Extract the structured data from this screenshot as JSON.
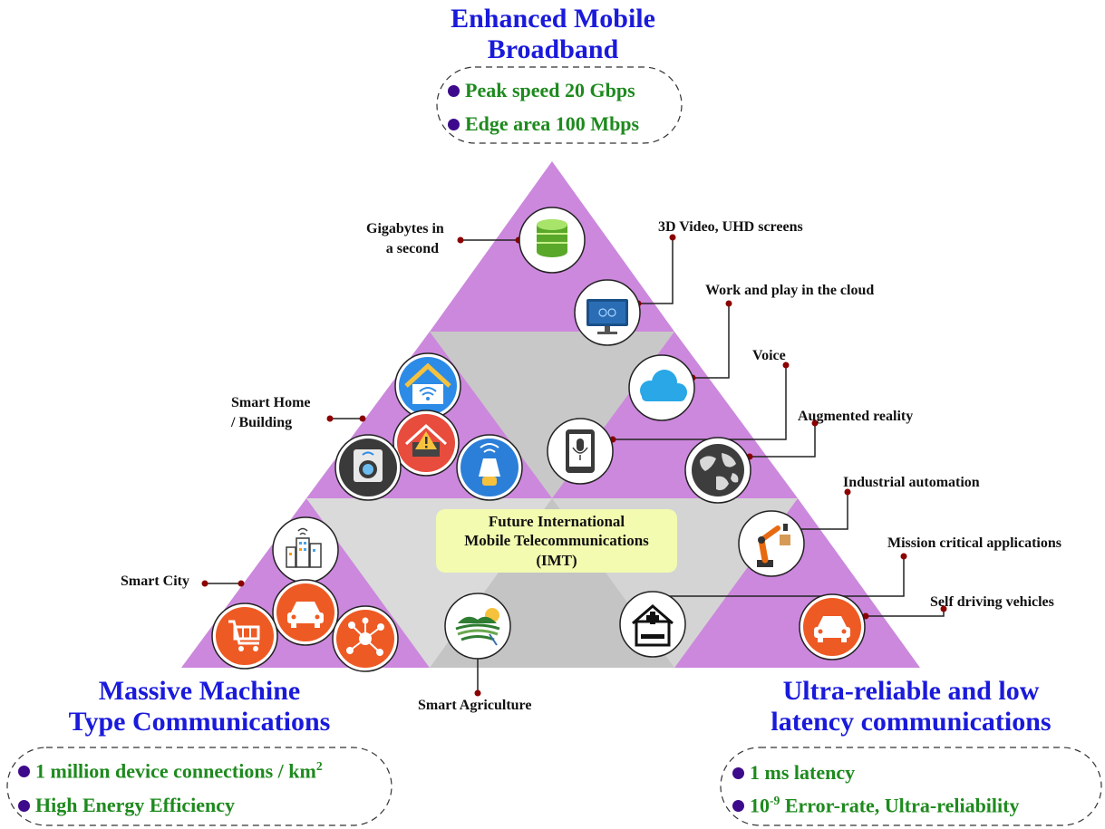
{
  "top": {
    "title_line1": "Enhanced Mobile",
    "title_line2": "Broadband",
    "bullets": [
      "Peak speed 20 Gbps",
      "Edge area 100 Mbps"
    ]
  },
  "bottom_left": {
    "title_line1": "Massive Machine",
    "title_line2": "Type Communications",
    "bullet1": "1 million device connections / km",
    "bullet1_sup": "2",
    "bullet2": "High Energy Efficiency"
  },
  "bottom_right": {
    "title_line1": "Ultra-reliable and low",
    "title_line2": "latency communications",
    "bullet1": "1 ms latency",
    "bullet2_base": "10",
    "bullet2_sup": "-9",
    "bullet2_rest": " Error-rate, Ultra-reliability"
  },
  "center": {
    "line1": "Future International",
    "line2": "Mobile Telecommunications",
    "line3": "(IMT)"
  },
  "labels": {
    "gigabytes_line1": "Gigabytes in",
    "gigabytes_line2": "a second",
    "video": "3D Video, UHD screens",
    "cloud": "Work and play in the cloud",
    "voice": "Voice",
    "ar": "Augmented reality",
    "industrial": "Industrial automation",
    "mission": "Mission critical applications",
    "self_driving": "Self driving vehicles",
    "smart_home_line1": "Smart Home",
    "smart_home_line2": "/ Building",
    "smart_city": "Smart City",
    "smart_agriculture": "Smart Agriculture"
  },
  "colors": {
    "triangle_purple": "#cc88dd",
    "center_gray": "#c8c8c8",
    "heading_blue": "#1a1adb",
    "bullet_green": "#1e8a1e",
    "bullet_dot": "#3d0a8c",
    "leader_line": "#222222",
    "leader_dot": "#8b0000",
    "center_box": "#f2fbb0"
  },
  "icons": [
    "database-icon",
    "monitor-icon",
    "cloud-icon",
    "voice-tablet-icon",
    "globe-icon",
    "robot-arm-icon",
    "hospital-icon",
    "car-icon",
    "smart-home-icon",
    "warning-home-icon",
    "washing-machine-icon",
    "smart-lamp-icon",
    "smart-city-icon",
    "shopping-cart-icon",
    "network-icon",
    "agriculture-icon"
  ]
}
